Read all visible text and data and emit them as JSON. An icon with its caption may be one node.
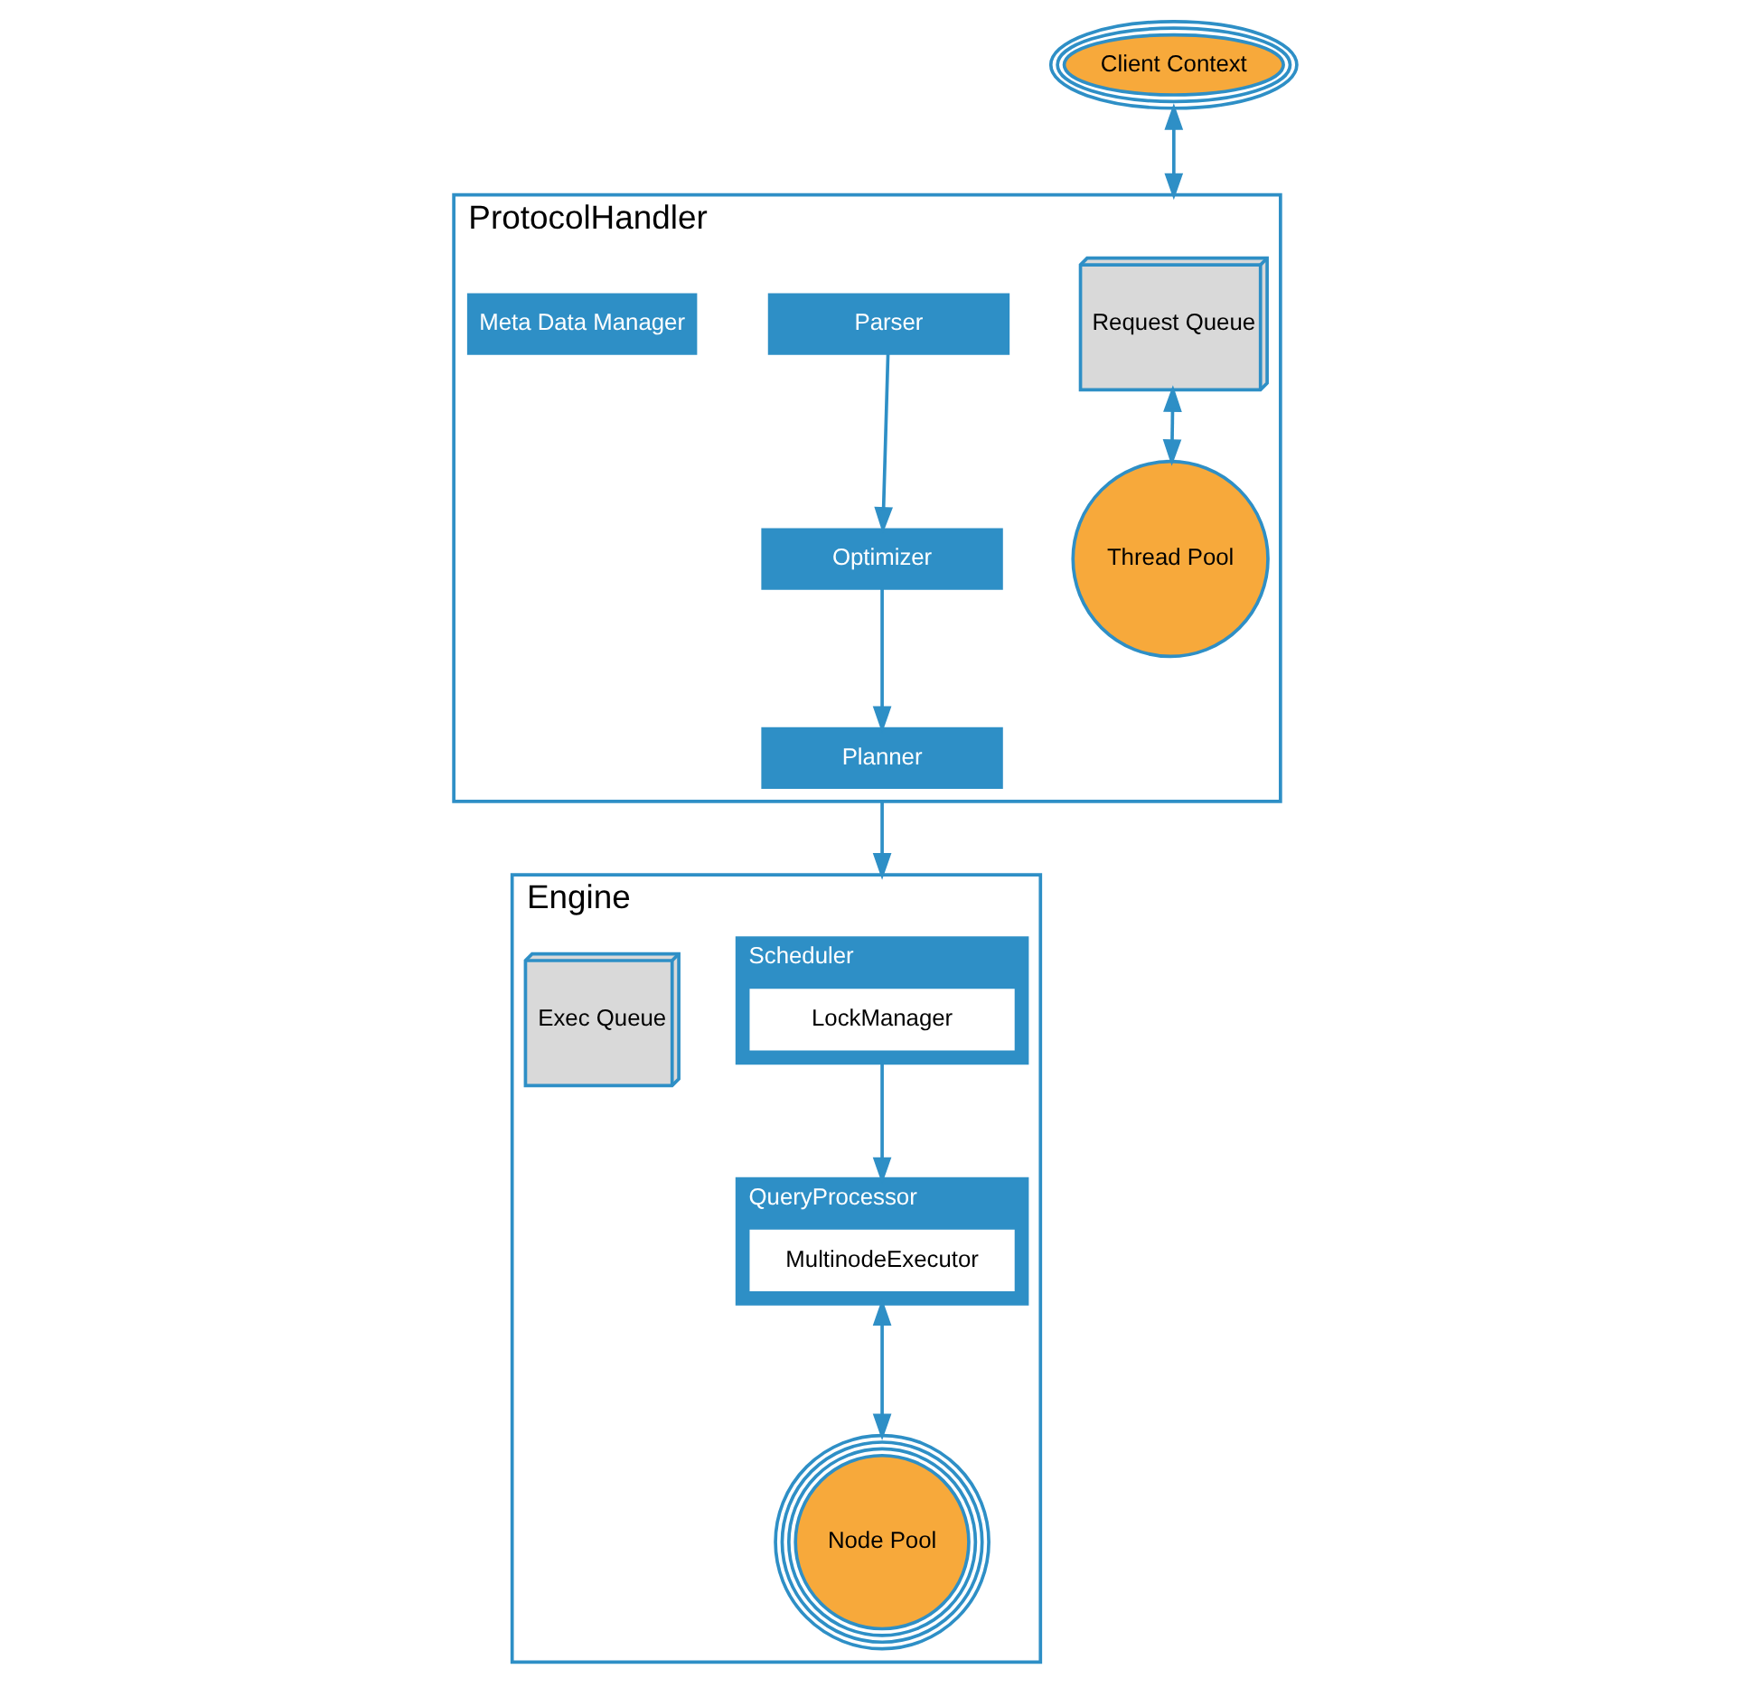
{
  "diagram": {
    "nodes": [
      {
        "text": [
          "ProtocolHandler"
        ]
      },
      {
        "text": [
          "Client Context"
        ]
      },
      {
        "text": [
          "Request Queue"
        ],
        "in": 0
      },
      {
        "text": [
          "Thread Pool"
        ],
        "in": 0
      },
      {
        "text": [
          "Parser"
        ],
        "in": 0
      },
      {
        "text": [
          "Meta Data Manager"
        ],
        "in": 0
      },
      {
        "text": [
          "Optimizer"
        ],
        "in": 0
      },
      {
        "text": [
          "Planner"
        ],
        "in": 0
      },
      {
        "text": [
          "Engine"
        ]
      },
      {
        "text": [
          "Scheduler"
        ],
        "in": 8
      },
      {
        "text": [
          "LockManager"
        ],
        "in": 9
      },
      {
        "text": [
          "Exec Queue"
        ],
        "in": 8
      },
      {
        "text": [
          "QueryProcessor"
        ],
        "in": 8
      },
      {
        "text": [
          "MultinodeExecutor"
        ],
        "in": 12
      },
      {
        "text": [
          "Node Pool"
        ],
        "in": 8
      }
    ],
    "edges": [
      {
        "from": 1,
        "to": 0,
        "arrow": "both"
      },
      {
        "from": 2,
        "to": 3,
        "arrow": "both"
      },
      {
        "from": 4,
        "to": 6,
        "arrow": "to"
      },
      {
        "from": 6,
        "to": 7,
        "arrow": "to"
      },
      {
        "from": 0,
        "to": 8,
        "arrow": "to"
      },
      {
        "from": 9,
        "to": 12,
        "arrow": "to"
      },
      {
        "from": 12,
        "to": 14,
        "arrow": "both"
      }
    ]
  }
}
